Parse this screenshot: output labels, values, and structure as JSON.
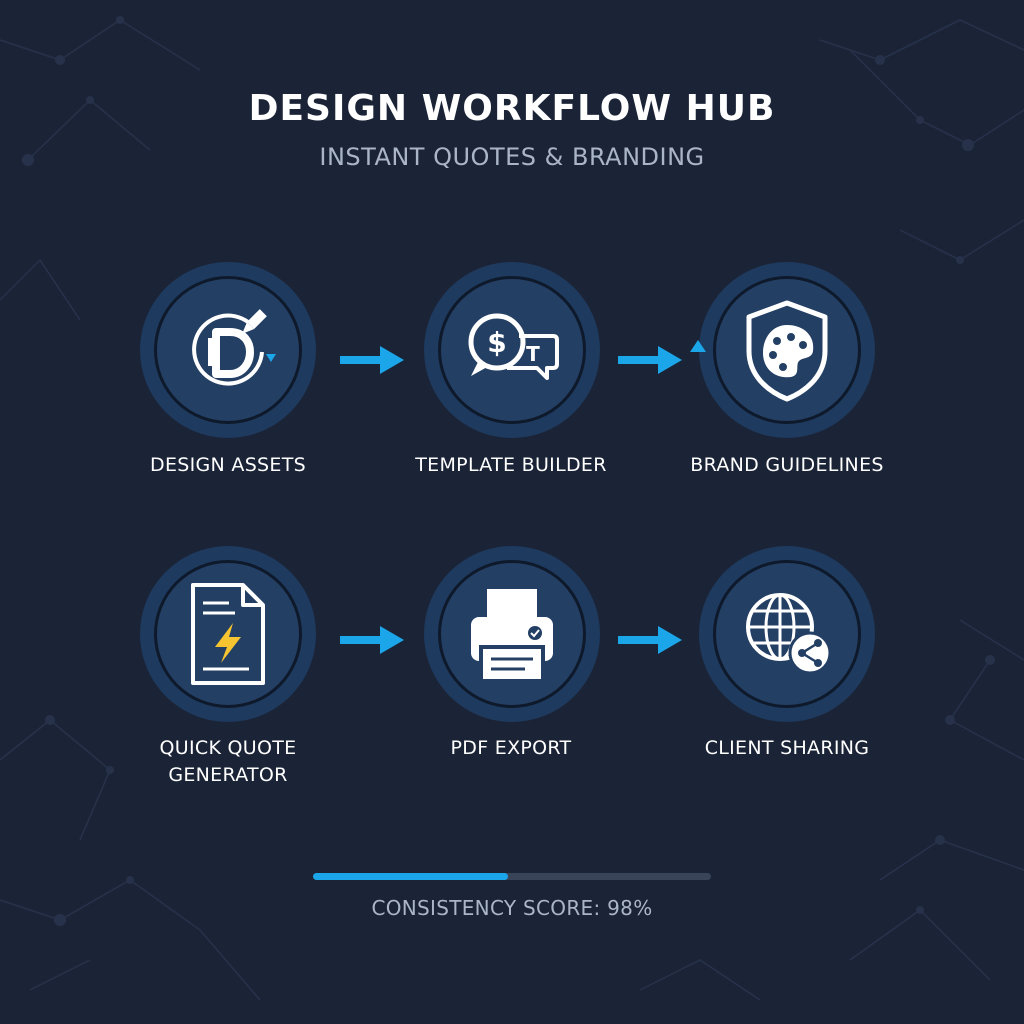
{
  "header": {
    "title": "DESIGN WORKFLOW HUB",
    "subtitle": "INSTANT QUOTES & BRANDING"
  },
  "workflow": {
    "nodes": [
      {
        "label": "DESIGN ASSETS",
        "icon": "design-logo-pen-icon"
      },
      {
        "label": "TEMPLATE BUILDER",
        "icon": "quote-chat-bubbles-icon"
      },
      {
        "label": "BRAND GUIDELINES",
        "icon": "palette-shield-icon"
      },
      {
        "label_line1": "QUICK QUOTE",
        "label_line2": "GENERATOR",
        "icon": "document-lightning-icon"
      },
      {
        "label": "PDF EXPORT",
        "icon": "printer-icon"
      },
      {
        "label": "CLIENT SHARING",
        "icon": "globe-share-icon"
      }
    ]
  },
  "progress": {
    "fraction": 0.49,
    "label": "CONSISTENCY SCORE: 98%"
  },
  "colors": {
    "background": "#1b2437",
    "node_outer": "#1e3a5e",
    "node_inner": "#243f64",
    "accent": "#1ba6ea",
    "bolt": "#f5c430"
  }
}
